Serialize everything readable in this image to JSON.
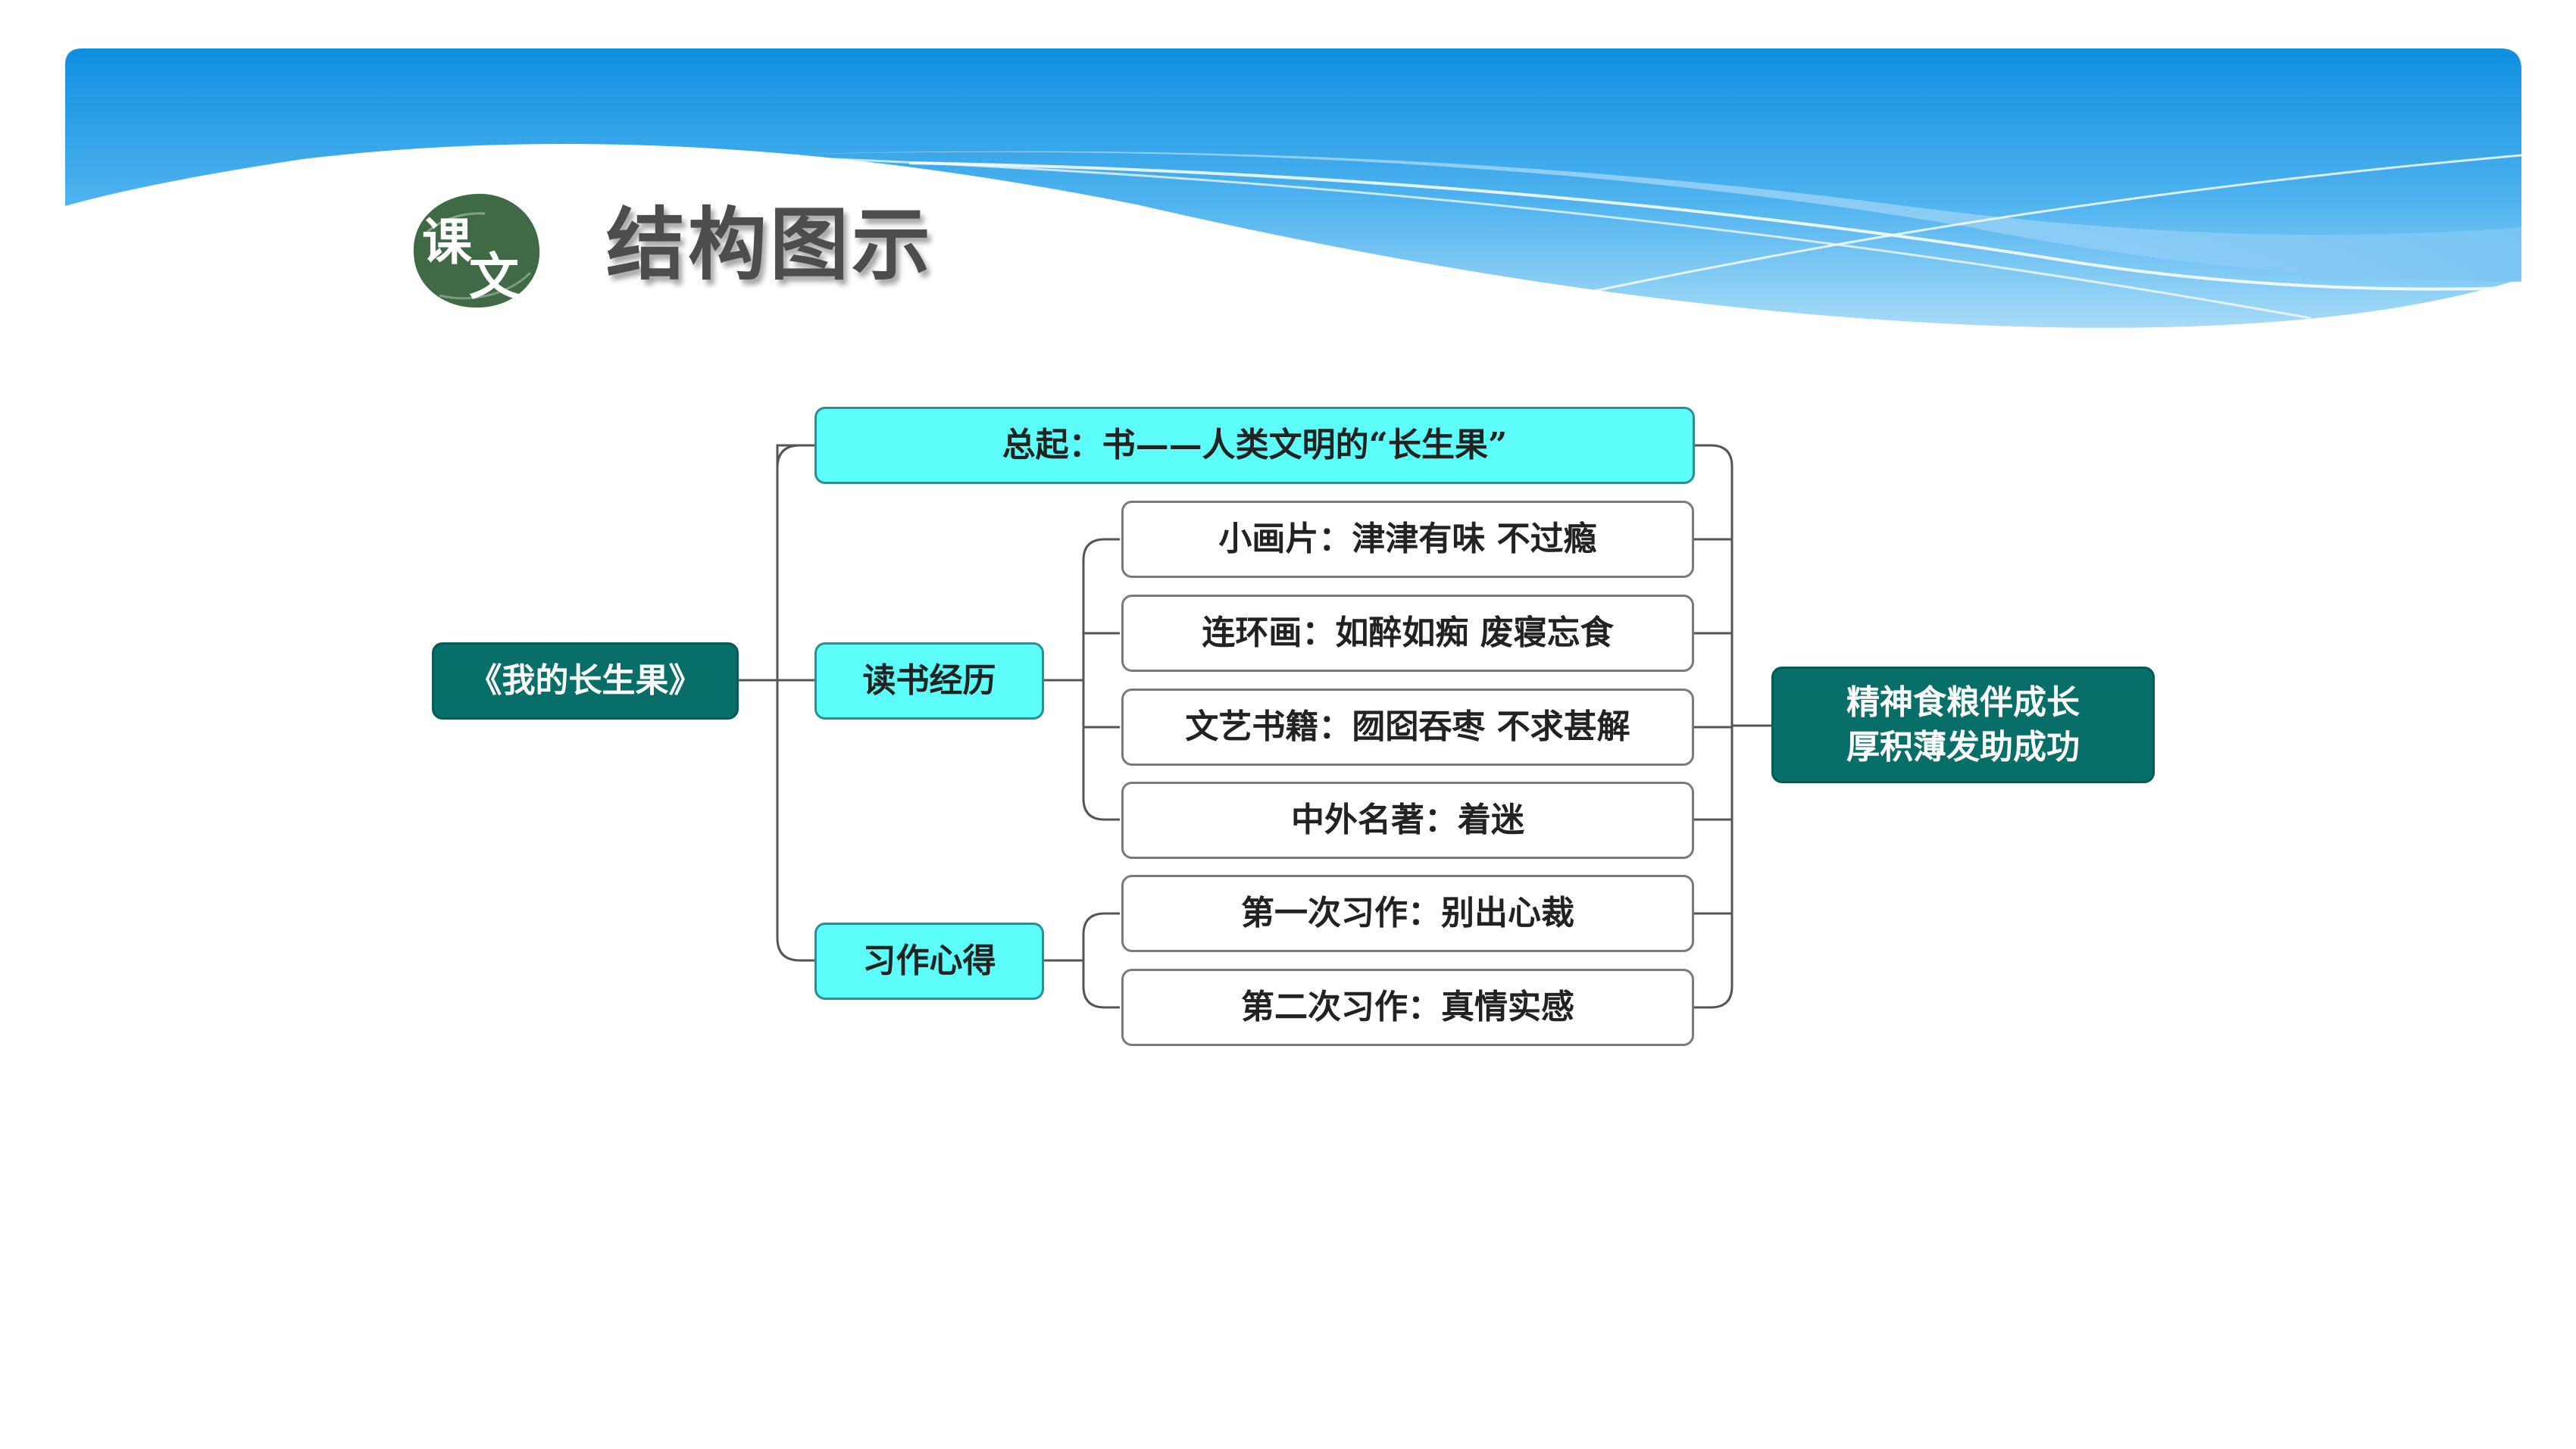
{
  "header": {
    "badge_chars": [
      "课",
      "文"
    ],
    "title": "结构图示"
  },
  "diagram": {
    "root": "《我的长生果》",
    "summary": "总起：书——人类文明的“长生果”",
    "branch_reading": {
      "label": "读书经历",
      "items": [
        "小画片：津津有味 不过瘾",
        "连环画：如醉如痴 废寝忘食",
        "文艺书籍：囫囵吞枣 不求甚解",
        "中外名著：着迷"
      ]
    },
    "branch_writing": {
      "label": "习作心得",
      "items": [
        "第一次习作：别出心裁",
        "第二次习作：真情实感"
      ]
    },
    "conclusion": [
      "精神食粮伴成长",
      "厚积薄发助成功"
    ]
  },
  "colors": {
    "dark_teal": "#086e68",
    "cyan": "#5cfcf8",
    "banner_blue": "#1a9be6",
    "title_gray": "#4d4d4d"
  }
}
